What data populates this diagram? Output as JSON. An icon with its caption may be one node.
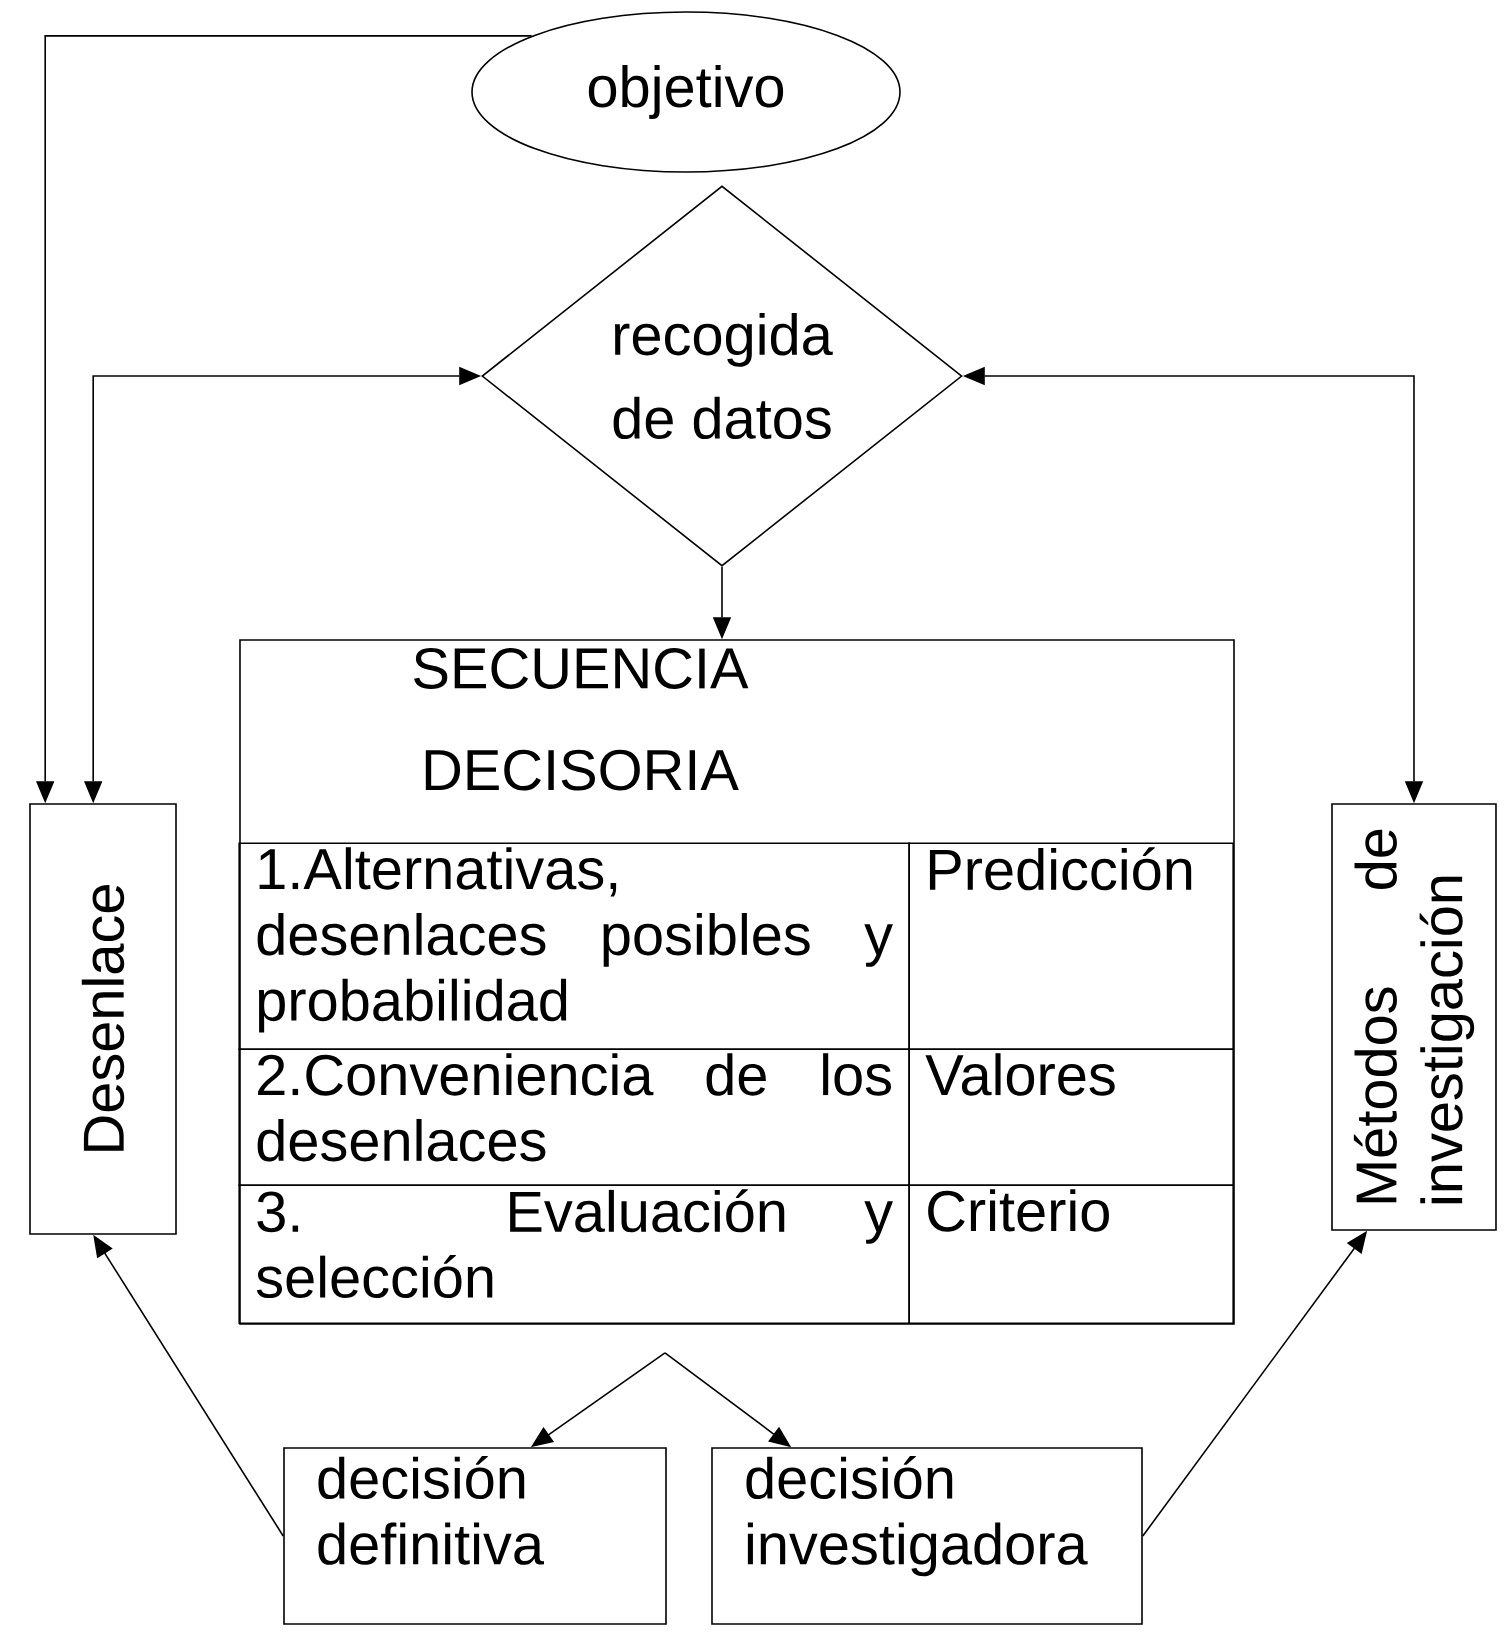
{
  "diagram": {
    "nodes": [
      {
        "text": [
          "objetivo"
        ]
      },
      {
        "text": [
          "recogida de datos"
        ]
      },
      {
        "text": [
          "SECUENCIA DECISORIA"
        ]
      },
      {
        "text": [
          "1.Alternativas, desenlaces posibles y probabilidad"
        ],
        "in": 2
      },
      {
        "text": [
          "Predicción"
        ],
        "in": 2
      },
      {
        "text": [
          "2.Conveniencia de los desenlaces"
        ],
        "in": 2
      },
      {
        "text": [
          "Valores"
        ],
        "in": 2
      },
      {
        "text": [
          "3. Evaluación y selección"
        ],
        "in": 2
      },
      {
        "text": [
          "Criterio"
        ],
        "in": 2
      },
      {
        "text": [
          "Desenlace"
        ]
      },
      {
        "text": [
          "Métodos de investigación"
        ]
      },
      {
        "text": [
          "decisión definitiva"
        ]
      },
      {
        "text": [
          "decisión investigadora"
        ]
      }
    ],
    "edges": [
      {
        "from": 0,
        "to": 9,
        "arrow": "to"
      },
      {
        "from": 9,
        "to": 1,
        "arrow": "both"
      },
      {
        "from": 1,
        "to": 2,
        "arrow": "to"
      },
      {
        "from": 1,
        "to": 10,
        "arrow": "both"
      },
      {
        "from": 2,
        "to": 11,
        "arrow": "to"
      },
      {
        "from": 2,
        "to": 12,
        "arrow": "to"
      },
      {
        "from": 11,
        "to": 9,
        "arrow": "to"
      },
      {
        "from": 12,
        "to": 10,
        "arrow": "to"
      }
    ]
  }
}
